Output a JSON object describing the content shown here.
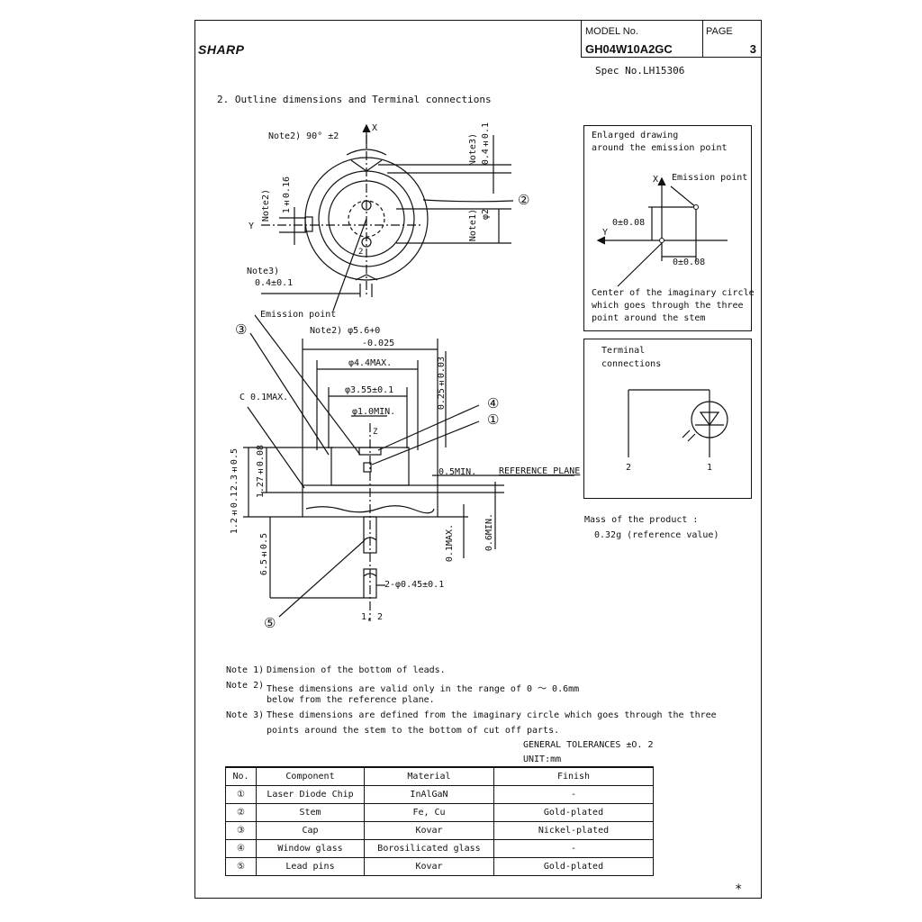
{
  "header": {
    "logo": "SHARP",
    "model_label": "MODEL No.",
    "model_value": "GH04W10A2GC",
    "page_label": "PAGE",
    "page_value": "3",
    "spec_no": "Spec No.LH15306"
  },
  "section_title": "2. Outline dimensions and Terminal connections",
  "top_view": {
    "angle_note": "Note2) 90° ±2",
    "x_axis": "X",
    "y_axis": "Y",
    "note3_top": "Note3)",
    "note3_top_dim": "0.4±0.1",
    "note2_left": "Note2)",
    "note2_left_dim": "1±0.16",
    "note1": "Note1)",
    "note1_dim": "φ2",
    "note3_bottom": "Note3)",
    "note3_bottom_dim": "0.4±0.1",
    "pin_label": "2",
    "callout_2": "②"
  },
  "side_view": {
    "emission_point": "Emission point",
    "callout_3": "③",
    "diameter_note": "Note2) φ5.6+0",
    "diameter_tol": "-0.025",
    "cap_dim": "φ4.4MAX.",
    "window_dim": "φ3.55±0.1",
    "chip_dim": "φ1.0MIN.",
    "chamfer": "C  0.1MAX.",
    "dim_025": "0.25±0.03",
    "callout_4": "④",
    "callout_1": "①",
    "z_axis": "Z",
    "dim_05min": "0.5MIN.",
    "reference_plane": "REFERENCE PLANE",
    "dim_23": "2.3±0.5",
    "dim_127": "1.27±0.08",
    "dim_12": "1.2±0.1",
    "dim_65": "6.5±0.5",
    "dim_01max": "0.1MAX.",
    "dim_06min": "0.6MIN.",
    "lead_dim": "2-φ0.45±0.1",
    "pins": "1, 2",
    "callout_5": "⑤"
  },
  "enlarged": {
    "title_line1": "Enlarged drawing",
    "title_line2": "around the emission point",
    "x_axis": "X",
    "y_axis": "Y",
    "emission_point": "Emission point",
    "dim_y": "0±0.08",
    "dim_x": "0±0.08",
    "center_line1": "Center of the imaginary circle",
    "center_line2": "which goes through the three",
    "center_line3": "point around the stem"
  },
  "terminal": {
    "title_line1": "Terminal",
    "title_line2": "connections",
    "pin2": "2",
    "pin1": "1"
  },
  "mass": {
    "label": "Mass of the product :",
    "value": "0.32g (reference value)"
  },
  "notes": [
    {
      "label": "Note 1)",
      "text": "Dimension of the bottom of leads."
    },
    {
      "label": "Note 2)",
      "text": "These dimensions are valid only in the range of 0 ～ 0.6mm",
      "text2": "below from the reference plane."
    },
    {
      "label": "Note 3)",
      "text": "These dimensions are defined from the imaginary circle which goes through the three",
      "text2": "points around the stem to the bottom of cut off parts."
    }
  ],
  "tolerances": "GENERAL TOLERANCES ±O. 2",
  "unit": "UNIT:mm",
  "table": {
    "headers": [
      "No.",
      "Component",
      "Material",
      "Finish"
    ],
    "rows": [
      [
        "①",
        "Laser Diode Chip",
        "InAlGaN",
        "-"
      ],
      [
        "②",
        "Stem",
        "Fe, Cu",
        "Gold-plated"
      ],
      [
        "③",
        "Cap",
        "Kovar",
        "Nickel-plated"
      ],
      [
        "④",
        "Window glass",
        "Borosilicated glass",
        "-"
      ],
      [
        "⑤",
        "Lead pins",
        "Kovar",
        "Gold-plated"
      ]
    ]
  },
  "footer_mark": "*"
}
